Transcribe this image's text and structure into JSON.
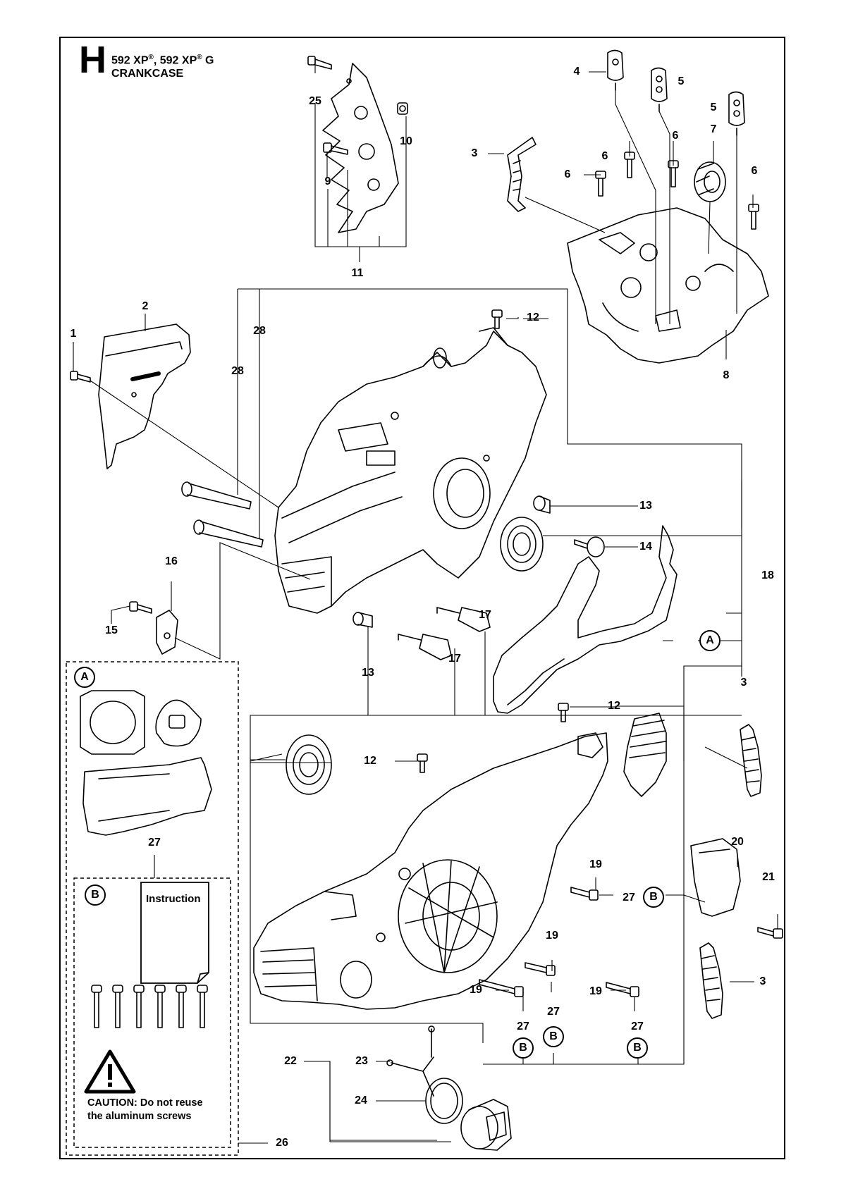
{
  "section": {
    "letter": "H",
    "model_prefix": "592 XP",
    "model_mid": ", 592 XP",
    "model_suffix": " G",
    "reg_mark": "®",
    "title": "CRANKCASE"
  },
  "callouts": {
    "c1": "1",
    "c2": "2",
    "c3a": "3",
    "c3b": "3",
    "c3c": "3",
    "c4": "4",
    "c5a": "5",
    "c5b": "5",
    "c6a": "6",
    "c6b": "6",
    "c6c": "6",
    "c6d": "6",
    "c7": "7",
    "c8": "8",
    "c9": "9",
    "c10": "10",
    "c11": "11",
    "c12a": "12",
    "c12b": "12",
    "c12c": "12",
    "c13a": "13",
    "c13b": "13",
    "c14": "14",
    "c15": "15",
    "c16": "16",
    "c17a": "17",
    "c17b": "17",
    "c18": "18",
    "c19a": "19",
    "c19b": "19",
    "c19c": "19",
    "c19d": "19",
    "c20": "20",
    "c21": "21",
    "c22": "22",
    "c23": "23",
    "c24": "24",
    "c25": "25",
    "c26": "26",
    "c27a": "27",
    "c27b": "27",
    "c27c": "27",
    "c27d": "27",
    "c27e": "27",
    "c28a": "28",
    "c28b": "28"
  },
  "refs": {
    "A": "A",
    "B": "B"
  },
  "kit_b": {
    "instruction_label": "Instruction",
    "caution_line1": "CAUTION: Do not reuse",
    "caution_line2": "the aluminum screws"
  },
  "icons": [
    "warning-triangle-icon",
    "instruction-sheet-icon"
  ]
}
